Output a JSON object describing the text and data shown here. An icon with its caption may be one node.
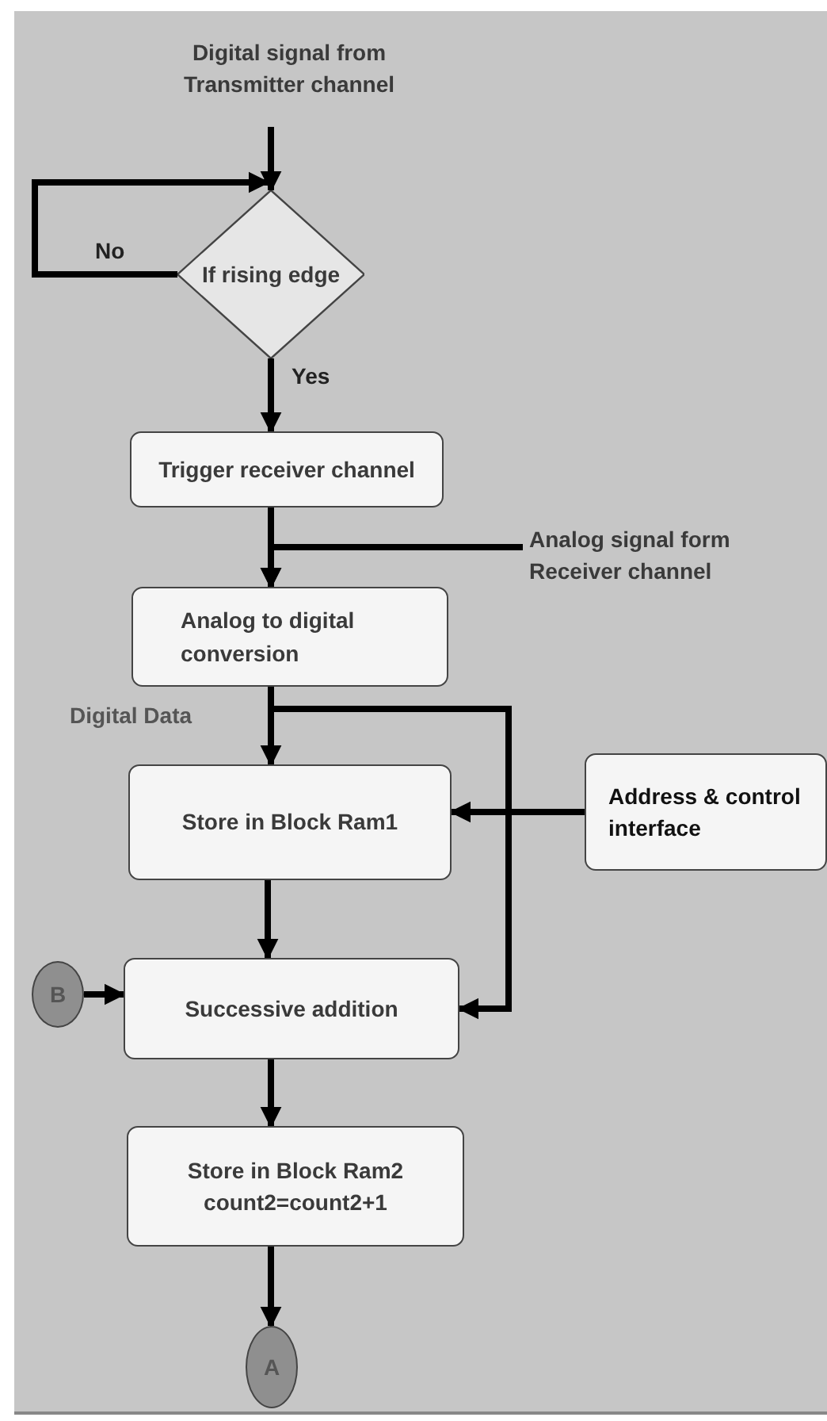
{
  "diagram": {
    "nodes": [
      {
        "text": [
          "Digital signal from Transmitter channel"
        ]
      },
      {
        "text": [
          "If rising edge"
        ]
      },
      {
        "text": [
          "Trigger receiver channel"
        ]
      },
      {
        "text": [
          "Analog signal form Receiver channel"
        ]
      },
      {
        "text": [
          "Analog to digital conversion"
        ]
      },
      {
        "text": [
          "Store in Block Ram1"
        ]
      },
      {
        "text": [
          "Address & control interface"
        ]
      },
      {
        "text": [
          "B"
        ]
      },
      {
        "text": [
          "Successive addition"
        ]
      },
      {
        "text": [
          "Store in Block Ram2 count2=count2+1"
        ]
      },
      {
        "text": [
          "A"
        ]
      }
    ],
    "edges": [
      {
        "from": 0,
        "to": 1,
        "arrow": "to"
      },
      {
        "from": 1,
        "to": 1,
        "arrow": "to",
        "label": "No"
      },
      {
        "from": 1,
        "to": 2,
        "arrow": "to",
        "label": "Yes"
      },
      {
        "from": 2,
        "to": 4,
        "arrow": "to"
      },
      {
        "from": 3,
        "to": 4,
        "arrow": "to"
      },
      {
        "from": 4,
        "to": 5,
        "arrow": "to",
        "label": "Digital Data"
      },
      {
        "from": 4,
        "to": 8,
        "arrow": "to"
      },
      {
        "from": 6,
        "to": 5,
        "arrow": "to"
      },
      {
        "from": 5,
        "to": 8,
        "arrow": "to"
      },
      {
        "from": 7,
        "to": 8,
        "arrow": "to"
      },
      {
        "from": 8,
        "to": 9,
        "arrow": "to"
      },
      {
        "from": 9,
        "to": 10,
        "arrow": "to"
      }
    ]
  }
}
